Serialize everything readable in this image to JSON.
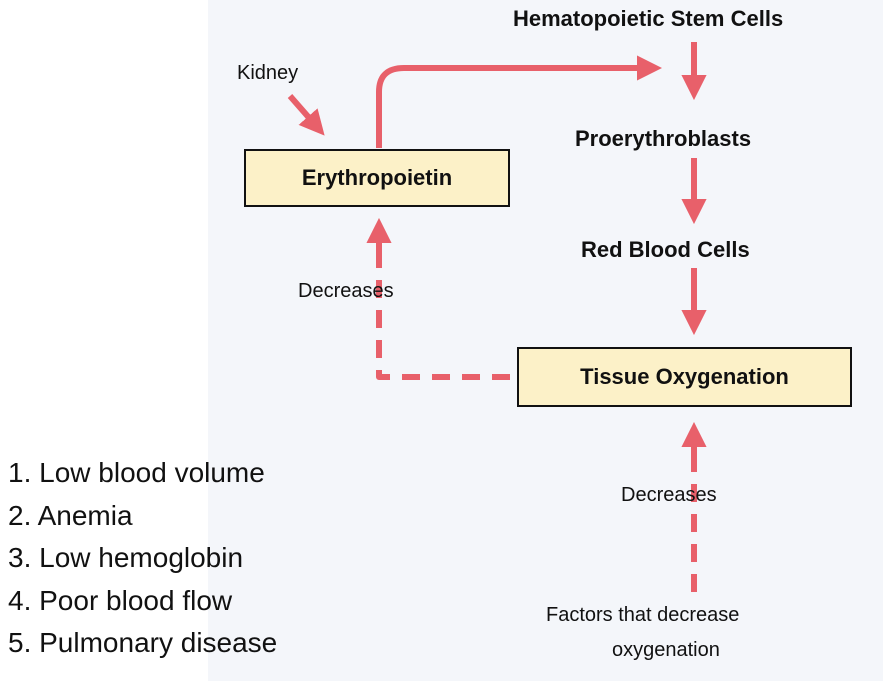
{
  "diagram": {
    "nodes": {
      "stem_cells": "Hematopoietic Stem Cells",
      "erythropoietin": "Erythropoietin",
      "proerythroblasts": "Proerythroblasts",
      "red_blood_cells": "Red Blood Cells",
      "tissue_oxygenation": "Tissue Oxygenation"
    },
    "labels": {
      "kidney": "Kidney",
      "decreases_left": "Decreases",
      "decreases_right": "Decreases",
      "factors_line1": "Factors that decrease",
      "factors_line2": "oxygenation"
    },
    "causes": [
      "1. Low blood volume",
      "2. Anemia",
      "3. Low hemoglobin",
      "4. Poor blood flow",
      "5. Pulmonary disease"
    ],
    "colors": {
      "arrow": "#e8606a",
      "box_fill": "#fcf1c8",
      "box_border": "#111111",
      "panel_bg": "#f4f6fa"
    }
  }
}
